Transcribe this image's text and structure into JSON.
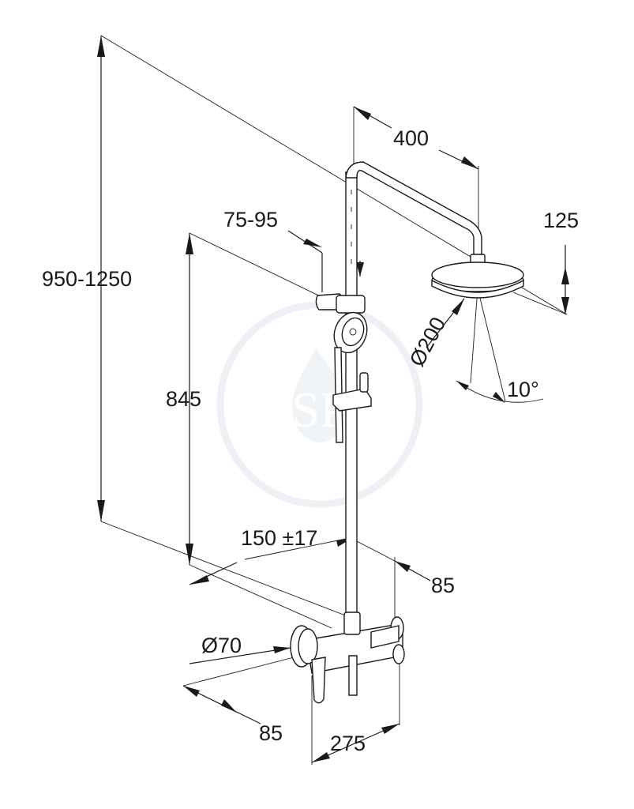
{
  "dimensions": {
    "total_height": "950-1250",
    "arm_length": "400",
    "holder_offset": "75-95",
    "head_height": "125",
    "head_diameter": "Ø200",
    "tilt_angle": "10°",
    "bar_height": "845",
    "outlet_spacing": "150 ±17",
    "projection_right": "85",
    "escutcheon_diameter": "Ø70",
    "projection_left": "85",
    "mixer_width": "275"
  },
  "watermark": {
    "text": "SP",
    "color": "#dfe6ee"
  },
  "colors": {
    "line": "#1a1a1a",
    "background": "#ffffff"
  }
}
